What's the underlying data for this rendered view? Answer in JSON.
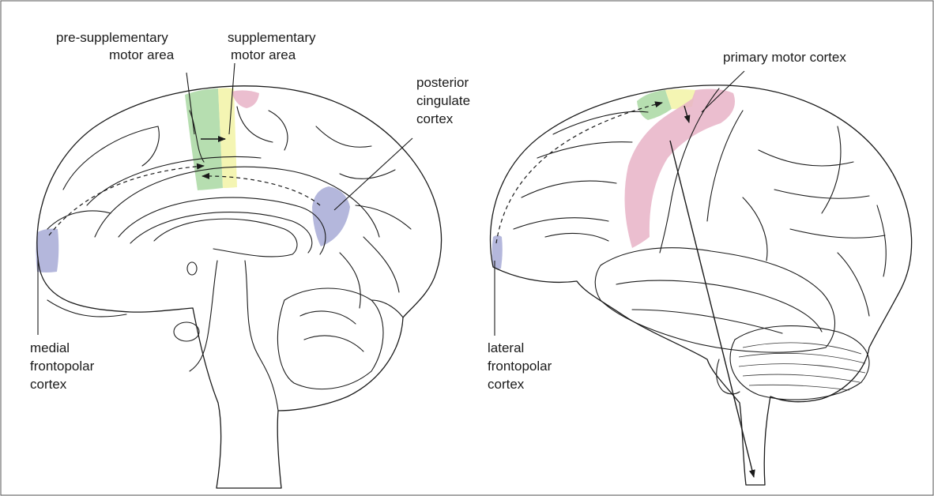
{
  "colors": {
    "pre_supplementary_motor_area": "#a9d8a2",
    "supplementary_motor_area": "#f2f3a6",
    "primary_motor_cortex": "#e7b3c7",
    "posterior_cingulate_cortex": "#a7aad6",
    "frontopolar_cortex": "#a7aad6"
  },
  "medial_view": {
    "labels": {
      "pre_sma_line1": "pre-supplementary",
      "pre_sma_line2": "motor area",
      "sma_line1": "supplementary",
      "sma_line2": "motor area",
      "pcc_line1": "posterior",
      "pcc_line2": "cingulate",
      "pcc_line3": "cortex",
      "mfp_line1": "medial",
      "mfp_line2": "frontopolar",
      "mfp_line3": "cortex"
    }
  },
  "lateral_view": {
    "labels": {
      "m1": "primary motor cortex",
      "lfp_line1": "lateral",
      "lfp_line2": "frontopolar",
      "lfp_line3": "cortex"
    }
  }
}
